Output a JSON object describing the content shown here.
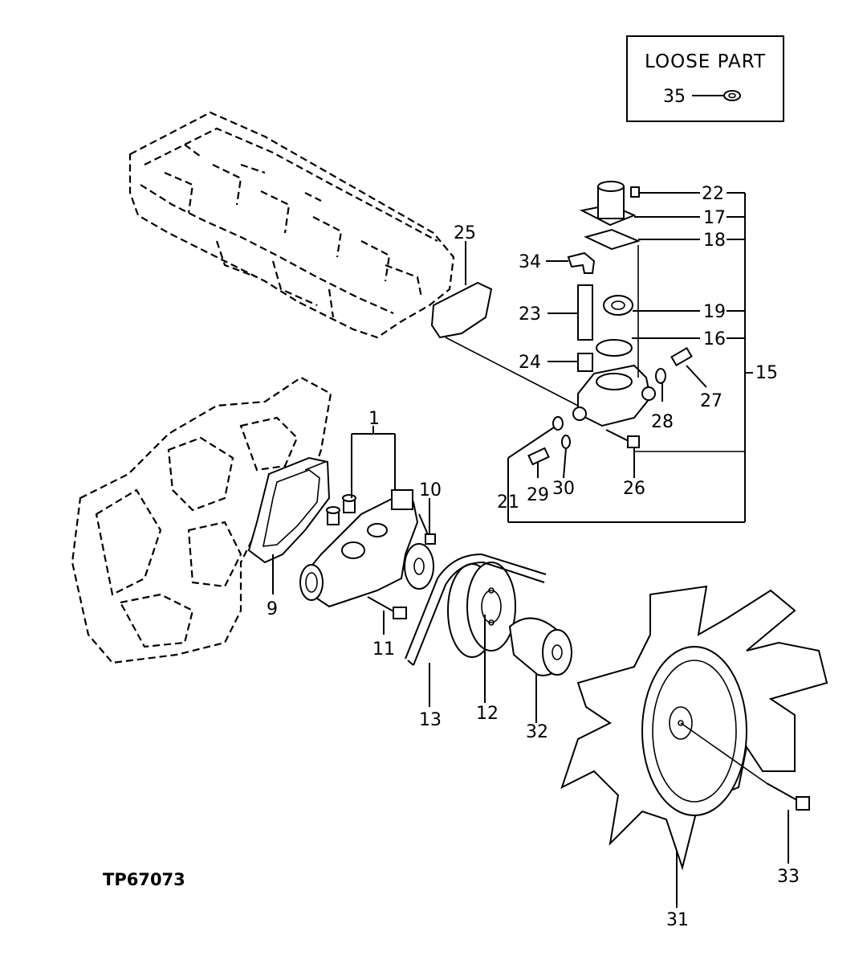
{
  "loose_part_box": {
    "title": "LOOSE PART",
    "item": "35"
  },
  "figure_code": "TP67073",
  "callouts": {
    "c1": "1",
    "c9": "9",
    "c10": "10",
    "c11": "11",
    "c12": "12",
    "c13": "13",
    "c15": "15",
    "c16": "16",
    "c17": "17",
    "c18": "18",
    "c19": "19",
    "c21": "21",
    "c22": "22",
    "c23": "23",
    "c24": "24",
    "c25": "25",
    "c26": "26",
    "c27": "27",
    "c28": "28",
    "c29": "29",
    "c30": "30",
    "c31": "31",
    "c32": "32",
    "c33": "33",
    "c34": "34"
  }
}
